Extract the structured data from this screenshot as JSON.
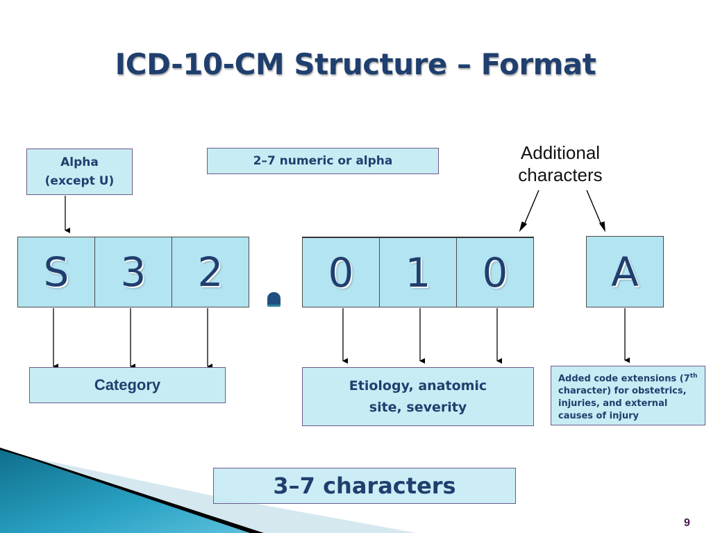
{
  "slide": {
    "title": "ICD-10-CM Structure – Format",
    "page_number": "9"
  },
  "top_labels": {
    "alpha": {
      "line1": "Alpha",
      "line2": "(except U)"
    },
    "numeric_or_alpha": "2–7 numeric or alpha",
    "additional": {
      "line1": "Additional",
      "line2": "characters"
    }
  },
  "code": {
    "category_chars": [
      "S",
      "3",
      "2"
    ],
    "separator": ".",
    "subcategory_chars": [
      "0",
      "1",
      "0"
    ],
    "extension_char": "A"
  },
  "bottom_labels": {
    "category": "Category",
    "etiology": {
      "line1": "Etiology, anatomic",
      "line2": "site, severity"
    },
    "extension": {
      "text_before_sup": "Added code extensions (7",
      "sup": "th",
      "text_after_sup": " character) for obstetrics, injuries, and external causes of injury"
    }
  },
  "summary": "3–7 characters",
  "colors": {
    "title": "#1f3f6e",
    "box_fill": "#c8ecf4",
    "cell_fill": "#b3e4f1",
    "page_number": "#4a1450",
    "accent_teal": "#1a8aa8"
  }
}
